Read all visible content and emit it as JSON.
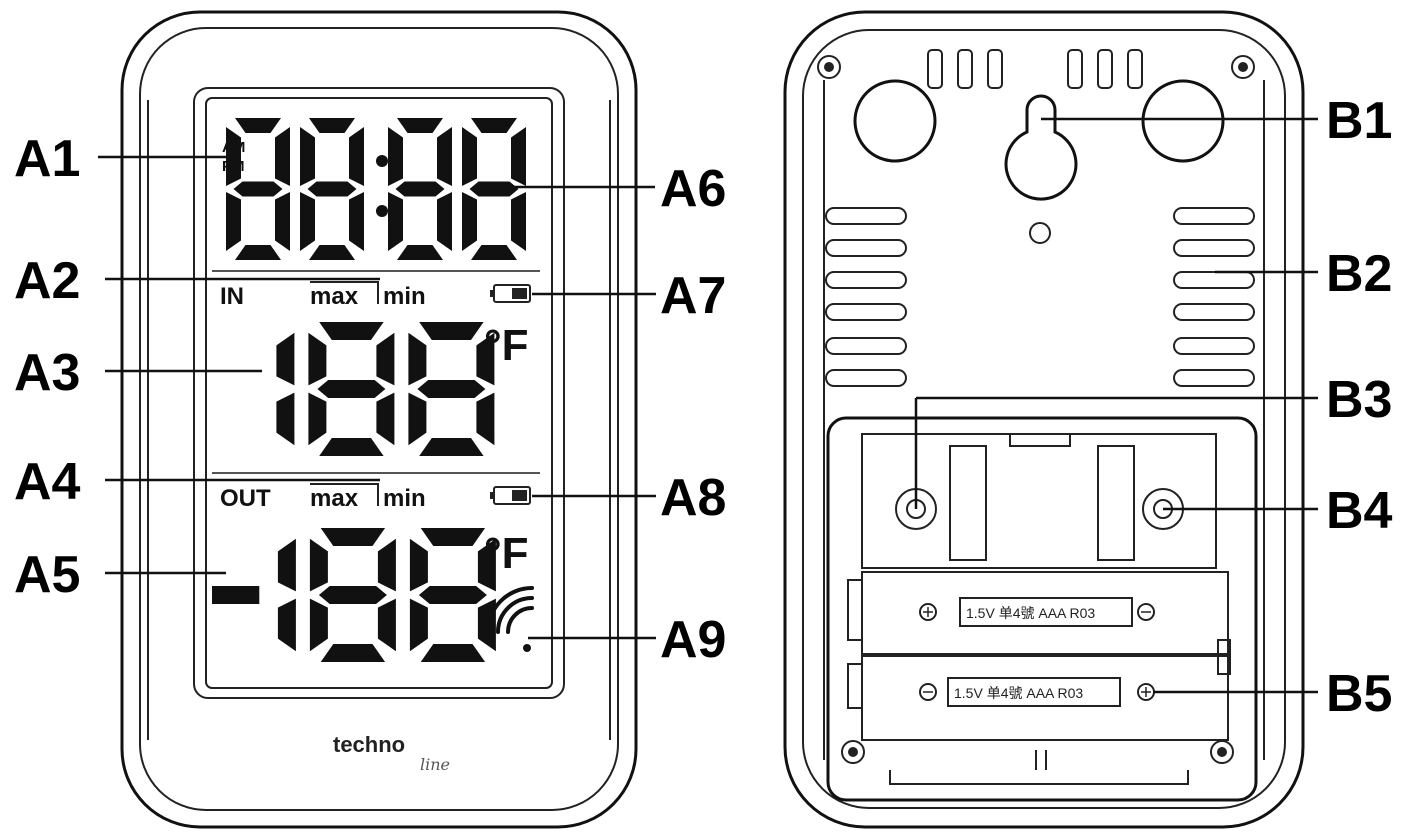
{
  "callouts": {
    "a1": "A1",
    "a2": "A2",
    "a3": "A3",
    "a4": "A4",
    "a5": "A5",
    "a6": "A6",
    "a7": "A7",
    "a8": "A8",
    "a9": "A9",
    "b1": "B1",
    "b2": "B2",
    "b3": "B3",
    "b4": "B4",
    "b5": "B5"
  },
  "lcd": {
    "am": "AM",
    "pm": "PM",
    "time": "88:88",
    "in_label": "IN",
    "out_label": "OUT",
    "max": "max",
    "min": "min",
    "in_temp": "188",
    "out_temp": "-188",
    "unit": "°F"
  },
  "brand": {
    "name": "techno",
    "suffix": "line"
  },
  "battery_text": {
    "top": "1.5V 单4號 AAA R03",
    "bottom": "1.5V 单4號 AAA R03"
  },
  "colors": {
    "ink": "#111111",
    "background": "#ffffff"
  }
}
